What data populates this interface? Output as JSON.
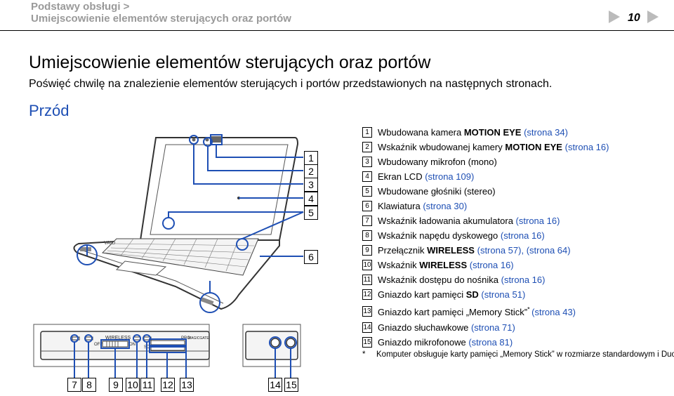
{
  "header": {
    "breadcrumb_top": "Podstawy obsługi >",
    "breadcrumb_bottom": "Umiejscowienie elementów sterujących oraz portów",
    "page_number": "10"
  },
  "title": "Umiejscowienie elementów sterujących oraz portów",
  "intro": "Poświęć chwilę na znalezienie elementów sterujących i portów przedstawionych na następnych stronach.",
  "section_heading": "Przód",
  "diagram": {
    "callouts_main": [
      "1",
      "2",
      "3",
      "4",
      "5",
      "6"
    ],
    "callouts_bottom": [
      "7",
      "8",
      "9",
      "10",
      "11",
      "12",
      "13",
      "14",
      "15"
    ],
    "panel_labels": {
      "wireless": "WIRELESS",
      "off": "OFF",
      "on": "ON",
      "sd": "SD",
      "pro": "PRO",
      "magicgate": "MAGICGATE",
      "vaio": "VAIO"
    }
  },
  "legend": [
    {
      "n": "1",
      "pre": "Wbudowana kamera ",
      "bold": "MOTION EYE",
      "post": " ",
      "link": "(strona 34)",
      "link2": ""
    },
    {
      "n": "2",
      "pre": "Wskaźnik wbudowanej kamery ",
      "bold": "MOTION EYE",
      "post": " ",
      "link": "(strona 16)",
      "link2": ""
    },
    {
      "n": "3",
      "pre": "Wbudowany mikrofon (mono)",
      "bold": "",
      "post": "",
      "link": "",
      "link2": ""
    },
    {
      "n": "4",
      "pre": "Ekran LCD ",
      "bold": "",
      "post": "",
      "link": "(strona 109)",
      "link2": ""
    },
    {
      "n": "5",
      "pre": "Wbudowane głośniki (stereo)",
      "bold": "",
      "post": "",
      "link": "",
      "link2": ""
    },
    {
      "n": "6",
      "pre": "Klawiatura ",
      "bold": "",
      "post": "",
      "link": "(strona 30)",
      "link2": ""
    },
    {
      "n": "7",
      "pre": "Wskaźnik ładowania akumulatora ",
      "bold": "",
      "post": "",
      "link": "(strona 16)",
      "link2": ""
    },
    {
      "n": "8",
      "pre": "Wskaźnik napędu dyskowego ",
      "bold": "",
      "post": "",
      "link": "(strona 16)",
      "link2": ""
    },
    {
      "n": "9",
      "pre": "Przełącznik ",
      "bold": "WIRELESS",
      "post": " ",
      "link": "(strona 57)",
      "link2": ", (strona 64)"
    },
    {
      "n": "10",
      "pre": "Wskaźnik ",
      "bold": "WIRELESS",
      "post": " ",
      "link": "(strona 16)",
      "link2": ""
    },
    {
      "n": "11",
      "pre": "Wskaźnik dostępu do nośnika ",
      "bold": "",
      "post": "",
      "link": "(strona 16)",
      "link2": ""
    },
    {
      "n": "12",
      "pre": "Gniazdo kart pamięci ",
      "bold": "SD",
      "post": " ",
      "link": "(strona 51)",
      "link2": ""
    },
    {
      "n": "13",
      "pre": "Gniazdo kart pamięci „Memory Stick”",
      "bold": "",
      "post": "* ",
      "link": "(strona 43)",
      "link2": ""
    },
    {
      "n": "14",
      "pre": "Gniazdo słuchawkowe ",
      "bold": "",
      "post": "",
      "link": "(strona 71)",
      "link2": ""
    },
    {
      "n": "15",
      "pre": "Gniazdo mikrofonowe ",
      "bold": "",
      "post": "",
      "link": "(strona 81)",
      "link2": ""
    }
  ],
  "footnote": {
    "mark": "*",
    "text": "Komputer obsługuje karty pamięci „Memory Stick” w rozmiarze standardowym i Duo."
  }
}
